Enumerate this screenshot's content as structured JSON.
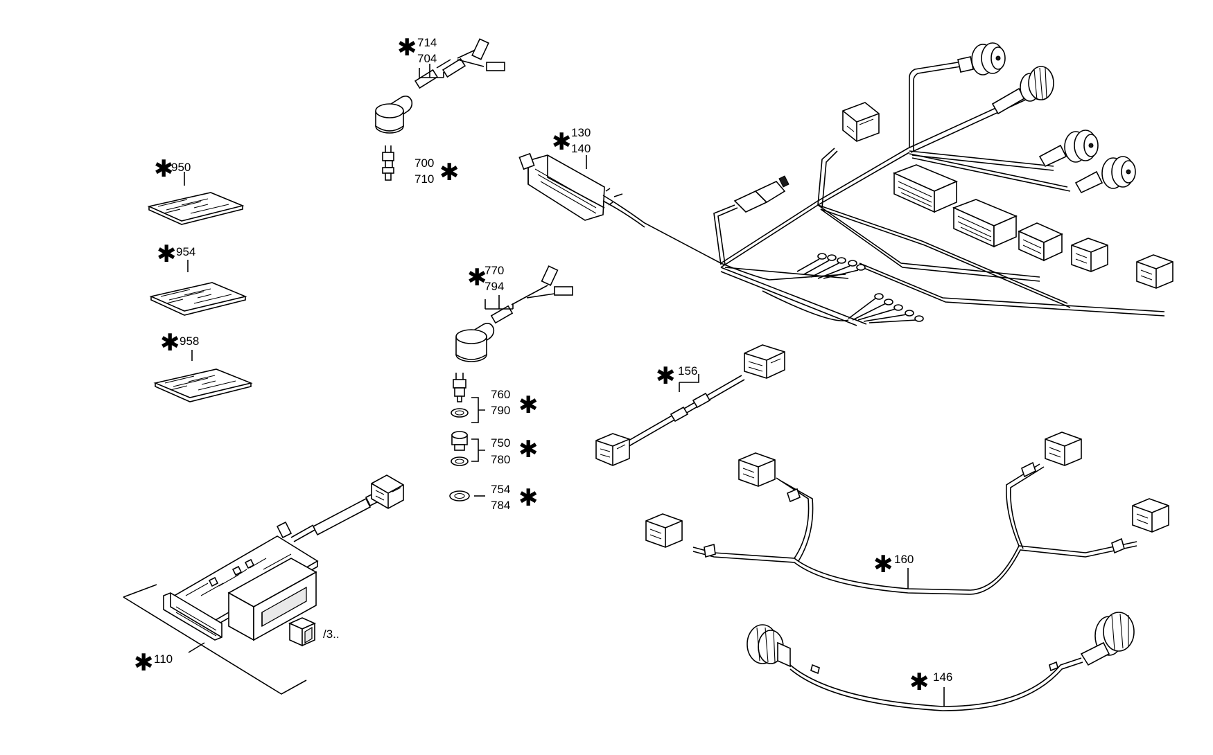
{
  "diagram": {
    "style": "exploded parts illustration, black line art on white",
    "callouts": {
      "c714": "714",
      "c704": "704",
      "c700": "700",
      "c710": "710",
      "c130": "130",
      "c140": "140",
      "c950": "950",
      "c954": "954",
      "c958": "958",
      "c770": "770",
      "c794": "794",
      "c760": "760",
      "c790": "790",
      "c750": "750",
      "c780": "780",
      "c754": "754",
      "c784": "784",
      "c156": "156",
      "c160": "160",
      "c146": "146",
      "c110": "110",
      "ref3": "/3.."
    },
    "marker": "✱"
  }
}
